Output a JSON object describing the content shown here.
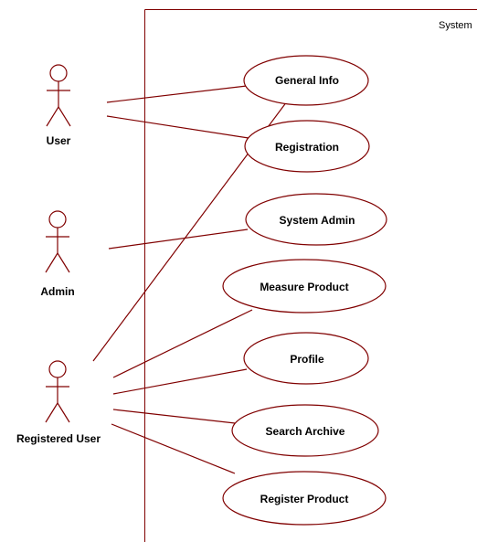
{
  "system": {
    "label": "System"
  },
  "actors": [
    {
      "id": "user",
      "name": "User"
    },
    {
      "id": "admin",
      "name": "Admin"
    },
    {
      "id": "registered-user",
      "name": "Registered User"
    }
  ],
  "use_cases": [
    {
      "id": "general-info",
      "label": "General Info"
    },
    {
      "id": "registration",
      "label": "Registration"
    },
    {
      "id": "system-admin",
      "label": "System Admin"
    },
    {
      "id": "measure-product",
      "label": "Measure Product"
    },
    {
      "id": "profile",
      "label": "Profile"
    },
    {
      "id": "search-archive",
      "label": "Search Archive"
    },
    {
      "id": "register-product",
      "label": "Register Product"
    }
  ],
  "associations": [
    {
      "actor": "user",
      "use_case": "general-info"
    },
    {
      "actor": "user",
      "use_case": "registration"
    },
    {
      "actor": "admin",
      "use_case": "system-admin"
    },
    {
      "actor": "registered-user",
      "use_case": "general-info"
    },
    {
      "actor": "registered-user",
      "use_case": "measure-product"
    },
    {
      "actor": "registered-user",
      "use_case": "profile"
    },
    {
      "actor": "registered-user",
      "use_case": "search-archive"
    },
    {
      "actor": "registered-user",
      "use_case": "register-product"
    }
  ],
  "colors": {
    "line": "#800000",
    "text": "#000000",
    "background": "#ffffff"
  }
}
